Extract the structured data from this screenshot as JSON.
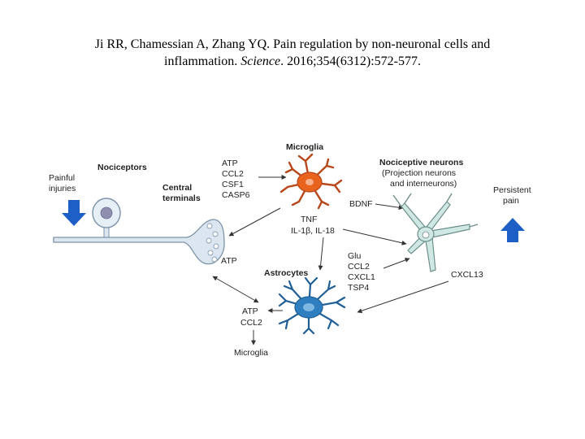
{
  "citation": {
    "line1": "Ji RR, Chamessian A, Zhang YQ. Pain regulation by non-neuronal cells and",
    "line2_prefix": "inflammation. ",
    "journal": "Science",
    "line2_suffix": ". 2016;354(6312):572-577."
  },
  "diagram": {
    "painful_injuries": [
      "Painful",
      "injuries"
    ],
    "nociceptors": "Nociceptors",
    "central_terminals": [
      "Central",
      "terminals"
    ],
    "microglia_top": "Microglia",
    "microglia_factors": [
      "ATP",
      "CCL2",
      "CSF1",
      "CASP6"
    ],
    "bdnf": "BDNF",
    "tnf": "TNF",
    "il_line": "IL-1β, IL-18",
    "nociceptive_neurons": [
      "Nociceptive neurons",
      "(Projection  neurons",
      "and interneurons)"
    ],
    "persistent_pain": [
      "Persistent",
      "pain"
    ],
    "atp_terminal": "ATP",
    "astrocytes": "Astrocytes",
    "astro_factors": [
      "Glu",
      "CCL2",
      "CXCL1",
      "TSP4"
    ],
    "cxcl13": "CXCL13",
    "atp_bottom": "ATP",
    "ccl2_bottom": "CCL2",
    "microglia_bottom": "Microglia"
  },
  "colors": {
    "arrow_down": "#1d5fc4",
    "arrow_up": "#1d5fc4",
    "microglia": "#e8631e",
    "astrocyte": "#2f7fc0",
    "neuron": "#cfe8e4",
    "nociceptor_axon": "#dbe6f0"
  }
}
